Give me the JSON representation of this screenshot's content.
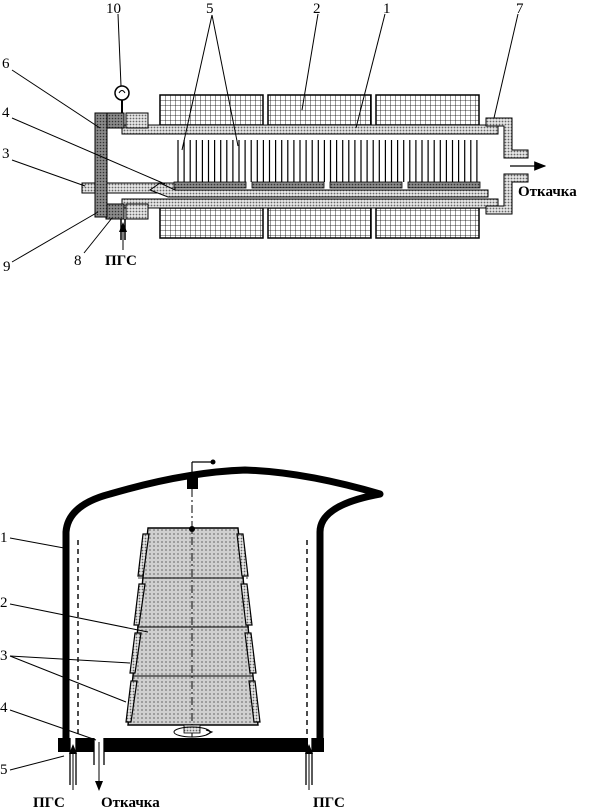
{
  "figure_top": {
    "callouts": [
      "10",
      "5",
      "2",
      "1",
      "7",
      "6",
      "4",
      "3",
      "9",
      "8"
    ],
    "gas_inlet_label": "ПГС",
    "pump_label": "Откачка"
  },
  "figure_bottom": {
    "callouts": [
      "1",
      "2",
      "3",
      "4",
      "5"
    ],
    "gas_inlet_left_label": "ПГС",
    "pump_label": "Откачка",
    "gas_inlet_right_label": "ПГС"
  },
  "colors": {
    "ink": "#000000",
    "shade_light": "#c8c8c8",
    "shade_dark": "#8a8a8a",
    "background": "#ffffff"
  }
}
